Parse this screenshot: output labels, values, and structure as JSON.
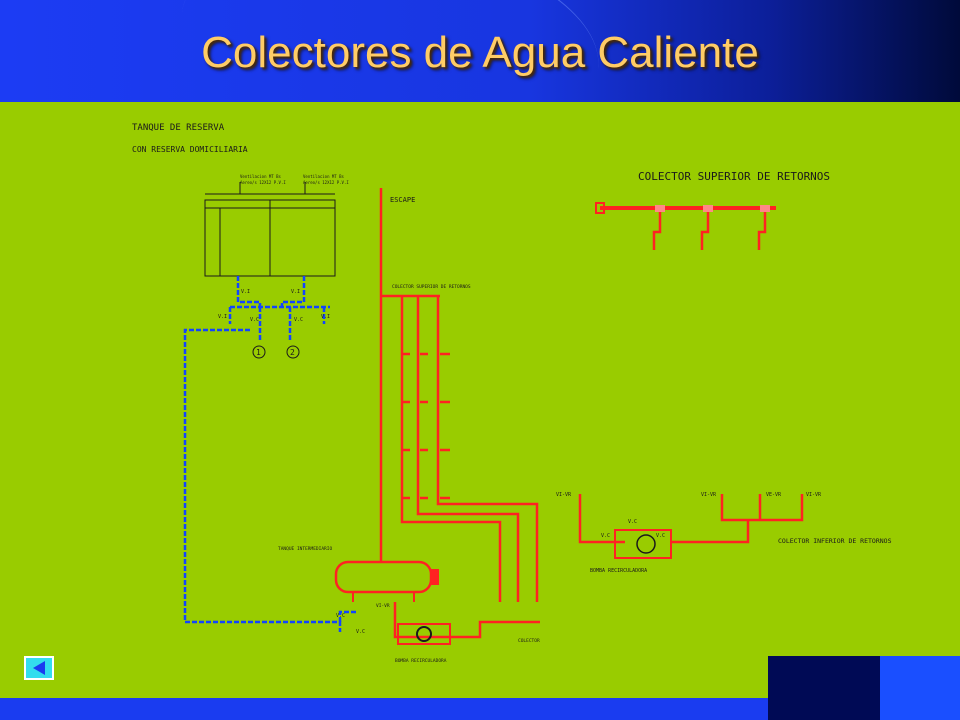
{
  "title": "Colectores de Agua Caliente",
  "labels": {
    "tanque_1": "TANQUE DE RESERVA",
    "tanque_2": "CON RESERVA DOMICILIARIA",
    "ventilacion_1a": "Ventilacion MT Bs",
    "ventilacion_1b": "Aereo/s 12X12 P.V.I",
    "ventilacion_2a": "Ventilacion MT Bs",
    "ventilacion_2b": "Aereo/s 12X12 P.V.I",
    "escape": "ESCAPE",
    "colector_superior_small": "COLECTOR SUPERIOR DE RETORNOS",
    "colector_superior_big": "COLECTOR SUPERIOR DE RETORNOS",
    "colector_inferior": "COLECTOR INFERIOR DE RETORNOS",
    "tanque_intermediario": "TANQUE INTERMEDIARIO",
    "bomba_1": "BOMBA RECIRCULADORA",
    "bomba_2": "BOMBA RECIRCULADORA",
    "colector": "COLECTOR",
    "vi": "V.I",
    "vc": "V.C",
    "vi_vr": "VI-VR",
    "ve_vr": "VE-VR",
    "num_1": "1",
    "num_2": "2"
  },
  "nav": {
    "back_icon": "arrow-left-icon"
  },
  "colors": {
    "panel": "#99cc00",
    "title": "#ffcc66",
    "hot_pipe": "#ff2222",
    "cold_pipe": "#1144ff"
  }
}
